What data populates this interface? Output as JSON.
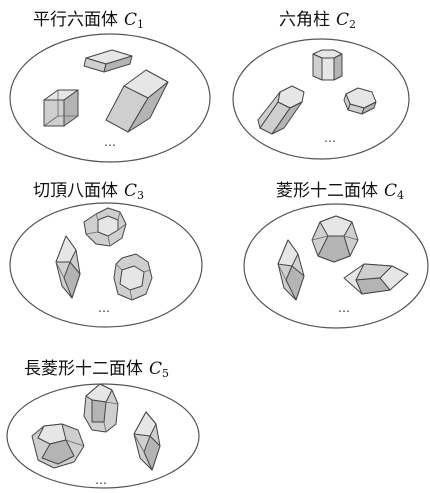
{
  "groups": [
    {
      "name": "平行六面体",
      "symbol": "C",
      "index": "1"
    },
    {
      "name": "六角柱",
      "symbol": "C",
      "index": "2"
    },
    {
      "name": "切頂八面体",
      "symbol": "C",
      "index": "3"
    },
    {
      "name": "菱形十二面体",
      "symbol": "C",
      "index": "4"
    },
    {
      "name": "長菱形十二面体",
      "symbol": "C",
      "index": "5"
    }
  ],
  "ellipsis": "…"
}
